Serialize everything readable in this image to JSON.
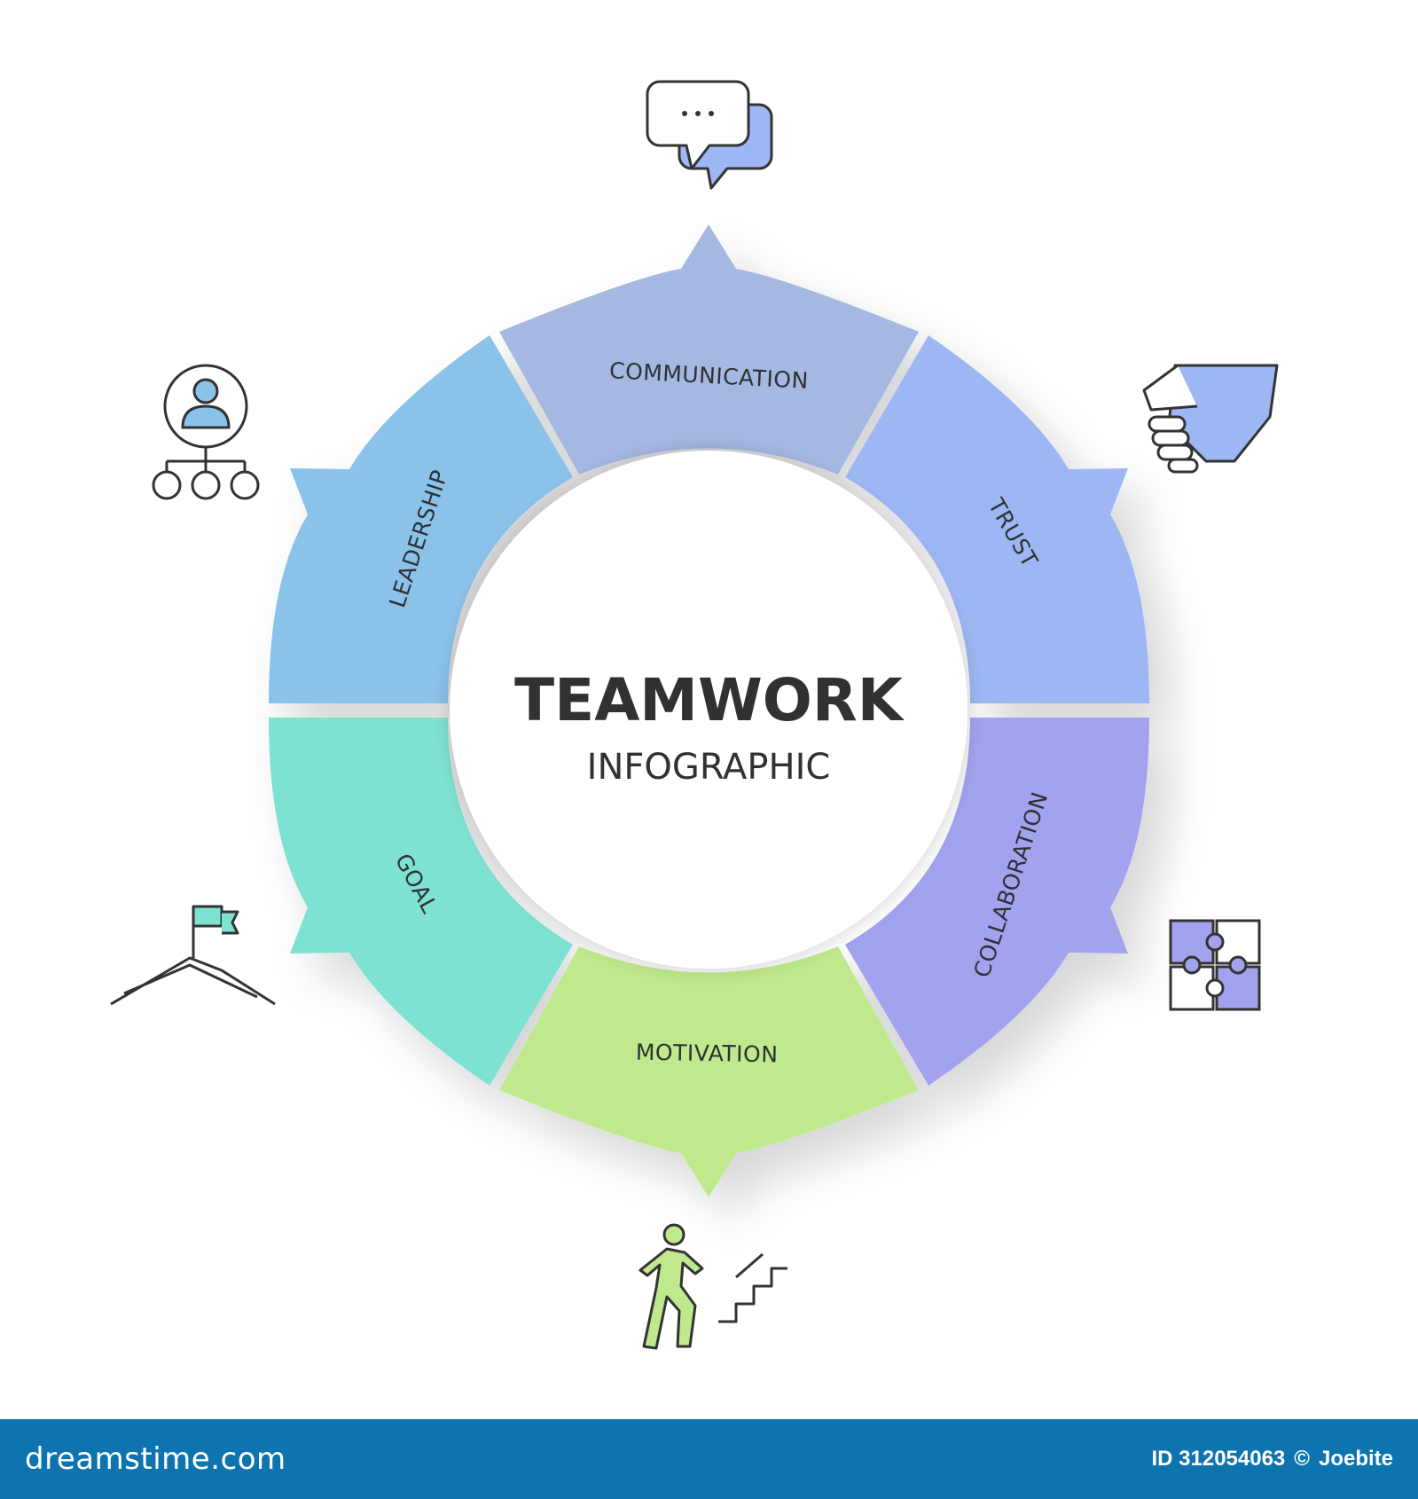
{
  "center": {
    "title": "TEAMWORK",
    "subtitle": "INFOGRAPHIC"
  },
  "segments": [
    {
      "id": "communication",
      "label": "COMMUNICATION",
      "color": "#a5b8e2",
      "icon": "speech-bubbles-icon"
    },
    {
      "id": "trust",
      "label": "TRUST",
      "color": "#9db6f4",
      "icon": "handshake-icon"
    },
    {
      "id": "collaboration",
      "label": "COLLABORATION",
      "color": "#a3a2ee",
      "icon": "puzzle-pieces-icon"
    },
    {
      "id": "motivation",
      "label": "MOTIVATION",
      "color": "#bfe98c",
      "icon": "climbing-stairs-person-icon"
    },
    {
      "id": "goal",
      "label": "GOAL",
      "color": "#7ee2d2",
      "icon": "mountain-flag-icon"
    },
    {
      "id": "leadership",
      "label": "LEADERSHIP",
      "color": "#8bc2ea",
      "icon": "leader-hierarchy-icon"
    }
  ],
  "footer": {
    "brand": "dreamstime.com",
    "id_text": "ID 312054063",
    "copyright": "©",
    "author": "Joebite"
  }
}
